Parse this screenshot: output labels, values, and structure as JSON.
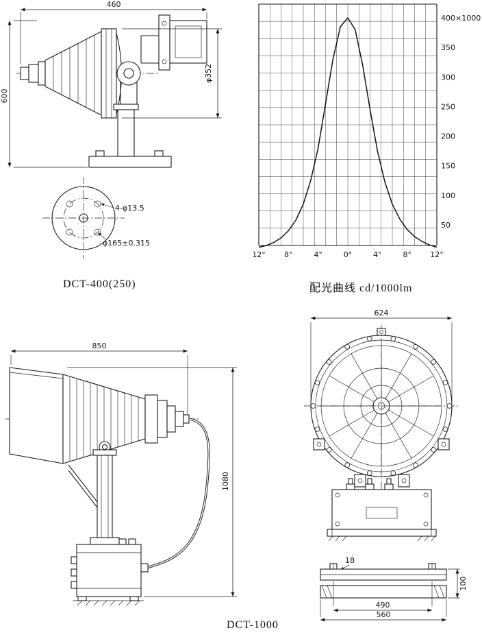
{
  "captions": {
    "dct400": "DCT-400(250)",
    "chart": "配光曲线 cd/1000lm",
    "dct1000": "DCT-1000"
  },
  "dct400": {
    "dim_width": "460",
    "dim_height": "600",
    "dim_lens_diameter": "φ352",
    "dim_mount_holes": "4-φ13.5",
    "dim_bolt_circle": "φ165±0.315"
  },
  "dct1000": {
    "dim_width": "850",
    "dim_height": "1080",
    "dim_front_diameter": "624",
    "dim_plate_thickness": "18",
    "dim_base_height": "100",
    "dim_hole_spacing": "490",
    "dim_base_width": "560"
  },
  "chart_data": {
    "type": "line",
    "title": "配光曲线 cd/1000lm",
    "x_unit": "degrees",
    "x": [
      -12,
      -11,
      -10,
      -9,
      -8,
      -7,
      -6,
      -5,
      -4,
      -3,
      -2,
      -1,
      0,
      1,
      2,
      3,
      4,
      5,
      6,
      7,
      8,
      9,
      10,
      11,
      12
    ],
    "y": [
      12,
      15,
      20,
      28,
      40,
      58,
      85,
      125,
      180,
      255,
      330,
      385,
      400,
      380,
      320,
      245,
      175,
      122,
      85,
      60,
      42,
      30,
      22,
      16,
      12
    ],
    "y_ticks": [
      "400×1000",
      "350",
      "300",
      "250",
      "200",
      "150",
      "100",
      "50"
    ],
    "x_ticks": [
      "12°",
      "8°",
      "4°",
      "0°",
      "4°",
      "8°",
      "12°"
    ],
    "ylim": [
      0,
      420
    ],
    "xlim": [
      -12,
      12
    ],
    "grid": true,
    "legend": false
  }
}
